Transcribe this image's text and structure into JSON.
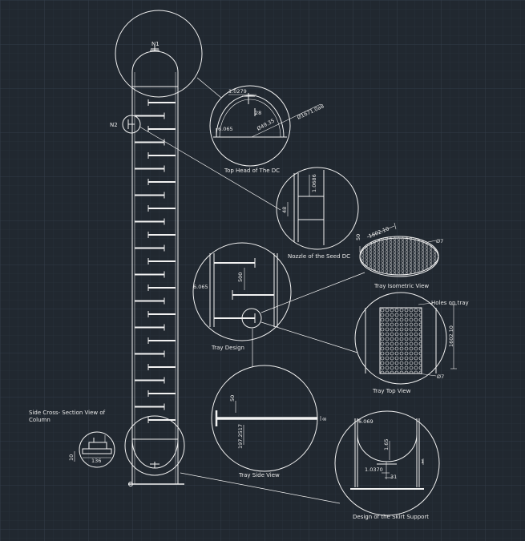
{
  "colors": {
    "background": "#212830",
    "grid": "#2c3540",
    "grid_major": "#333d49",
    "line": "#f2f2f2"
  },
  "labels": {
    "n1": "N1",
    "n2": "N2",
    "top_head": "Top Head of The DC",
    "nozzle": "Nozzle of the Seed DC",
    "tray_iso": "Tray Isometric View",
    "tray_design": "Tray Design",
    "holes": "Holes on tray",
    "tray_top": "Tray Top View",
    "tray_side": "Tray Side View",
    "side_cross_1": "Side Cross- Section View of",
    "side_cross_2": "Column",
    "skirt": "Design of the Skirt Support"
  },
  "dims": {
    "top_a": "1.0279",
    "top_b": "28",
    "top_c": "6.065",
    "top_d": "Ø49.35",
    "top_e": "Ø1671.0a8",
    "noz_a": "1.0686",
    "noz_b": "48",
    "iso_a": "50",
    "iso_b": "1602.10",
    "iso_c": "Ø7",
    "design_a": "6.065",
    "design_b": "500",
    "top_view_a": "1602.10",
    "top_view_b": "Ø7",
    "side_a": "50",
    "side_b": "197.2517",
    "side_c": "8",
    "small_a": "136",
    "small_b": "10",
    "skirt_a": "6.069",
    "skirt_b": "1.65",
    "skirt_c": "1.0370",
    "skirt_d": "31",
    "skirt_e": "1"
  }
}
